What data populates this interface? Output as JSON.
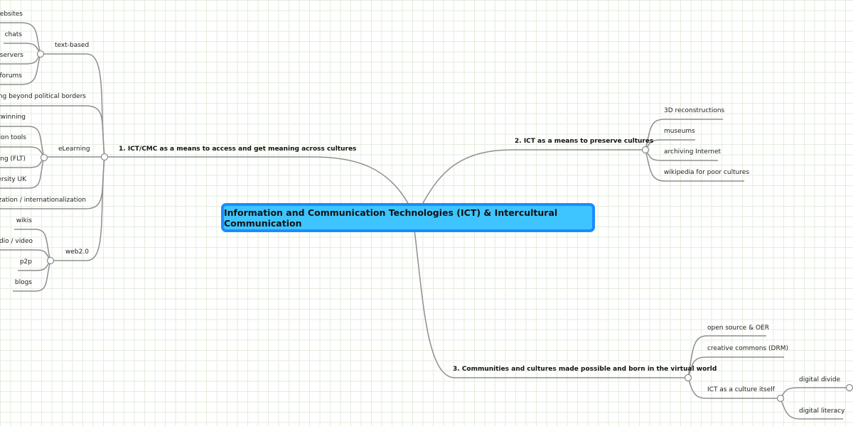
{
  "root": {
    "label": "Information and Communication Technologies (ICT) & Intercultural Communication",
    "fill": "#3ec5ff",
    "border": "#1a8cff"
  },
  "branch1": {
    "label": "1. ICT/CMC as a means to access and get meaning across cultures",
    "text_based": {
      "label": "text-based",
      "children": [
        "websites",
        "chats",
        "tservers",
        "forums"
      ]
    },
    "borders": "going beyond political borders",
    "elearning": {
      "label": "eLearning",
      "children": [
        "twinning",
        "tion tools",
        "ing (FLT)",
        "ersity UK"
      ]
    },
    "localization": "calization / internationalization",
    "web20": {
      "label": "web2.0",
      "children": [
        "wikis",
        "udio / video",
        "p2p",
        "blogs"
      ]
    }
  },
  "branch2": {
    "label": "2. ICT as a means to preserve cultures",
    "children": [
      "3D reconstructions",
      "museums",
      "archiving Internet",
      "wikipedia for poor cultures"
    ]
  },
  "branch3": {
    "label": "3. Communities and cultures made possible and born in the virtual world",
    "children": [
      "open source & OER",
      "creative commons (DRM)"
    ],
    "culture": {
      "label": "ICT as a culture itself",
      "children": [
        "digital divide",
        "digital literacy"
      ]
    }
  }
}
